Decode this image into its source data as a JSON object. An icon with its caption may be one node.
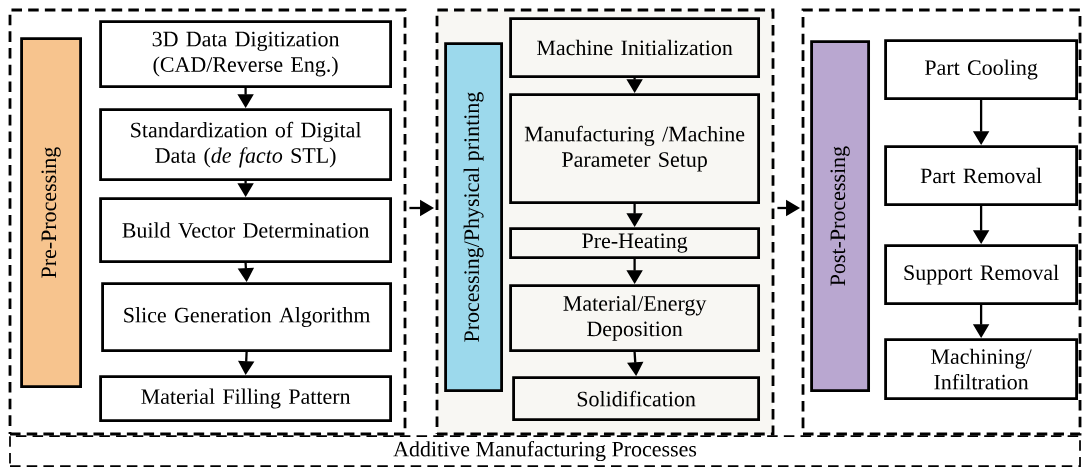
{
  "diagram": {
    "nodes": [
      {
        "text": [
          "Additive Manufacturing Processes"
        ]
      },
      {
        "text": [],
        "shape": "box"
      },
      {
        "text": [
          "Pre-Processing"
        ],
        "in": 1
      },
      {
        "text": [
          "3D Data Digitization (CAD/Reverse Eng.)"
        ],
        "in": 1
      },
      {
        "text": [
          "Standardization of Digital Data (*de facto* STL)"
        ],
        "in": 1
      },
      {
        "text": [
          "Build Vector Determination"
        ],
        "in": 1
      },
      {
        "text": [
          "Slice Generation Algorithm"
        ],
        "in": 1
      },
      {
        "text": [
          "Material Filling Pattern"
        ],
        "in": 1
      },
      {
        "text": [],
        "shape": "box"
      },
      {
        "text": [
          "Processing/Physical printing"
        ],
        "in": 8
      },
      {
        "text": [
          "Machine Initialization"
        ],
        "in": 8
      },
      {
        "text": [
          "Manufacturing /Machine Parameter Setup"
        ],
        "in": 8
      },
      {
        "text": [
          "Pre-Heating"
        ],
        "in": 8
      },
      {
        "text": [
          "Material/Energy Deposition"
        ],
        "in": 8
      },
      {
        "text": [
          "Solidification"
        ],
        "in": 8
      },
      {
        "text": [],
        "shape": "box"
      },
      {
        "text": [
          "Post-Processing"
        ],
        "in": 15
      },
      {
        "text": [
          "Part Cooling"
        ],
        "in": 15
      },
      {
        "text": [
          "Part Removal"
        ],
        "in": 15
      },
      {
        "text": [
          "Support Removal"
        ],
        "in": 15
      },
      {
        "text": [
          "Machining/ Infiltration"
        ],
        "in": 15
      }
    ],
    "edges": [
      {
        "from": 3,
        "to": 4,
        "arrow": "to"
      },
      {
        "from": 4,
        "to": 5,
        "arrow": "to"
      },
      {
        "from": 5,
        "to": 6,
        "arrow": "to"
      },
      {
        "from": 6,
        "to": 7,
        "arrow": "to"
      },
      {
        "from": 1,
        "to": 8,
        "arrow": "to"
      },
      {
        "from": 10,
        "to": 11,
        "arrow": "to"
      },
      {
        "from": 11,
        "to": 12,
        "arrow": "to"
      },
      {
        "from": 12,
        "to": 13,
        "arrow": "to"
      },
      {
        "from": 13,
        "to": 14,
        "arrow": "to"
      },
      {
        "from": 8,
        "to": 15,
        "arrow": "to"
      },
      {
        "from": 17,
        "to": 18,
        "arrow": "to"
      },
      {
        "from": 18,
        "to": 19,
        "arrow": "to"
      },
      {
        "from": 19,
        "to": 20,
        "arrow": "to"
      }
    ]
  }
}
